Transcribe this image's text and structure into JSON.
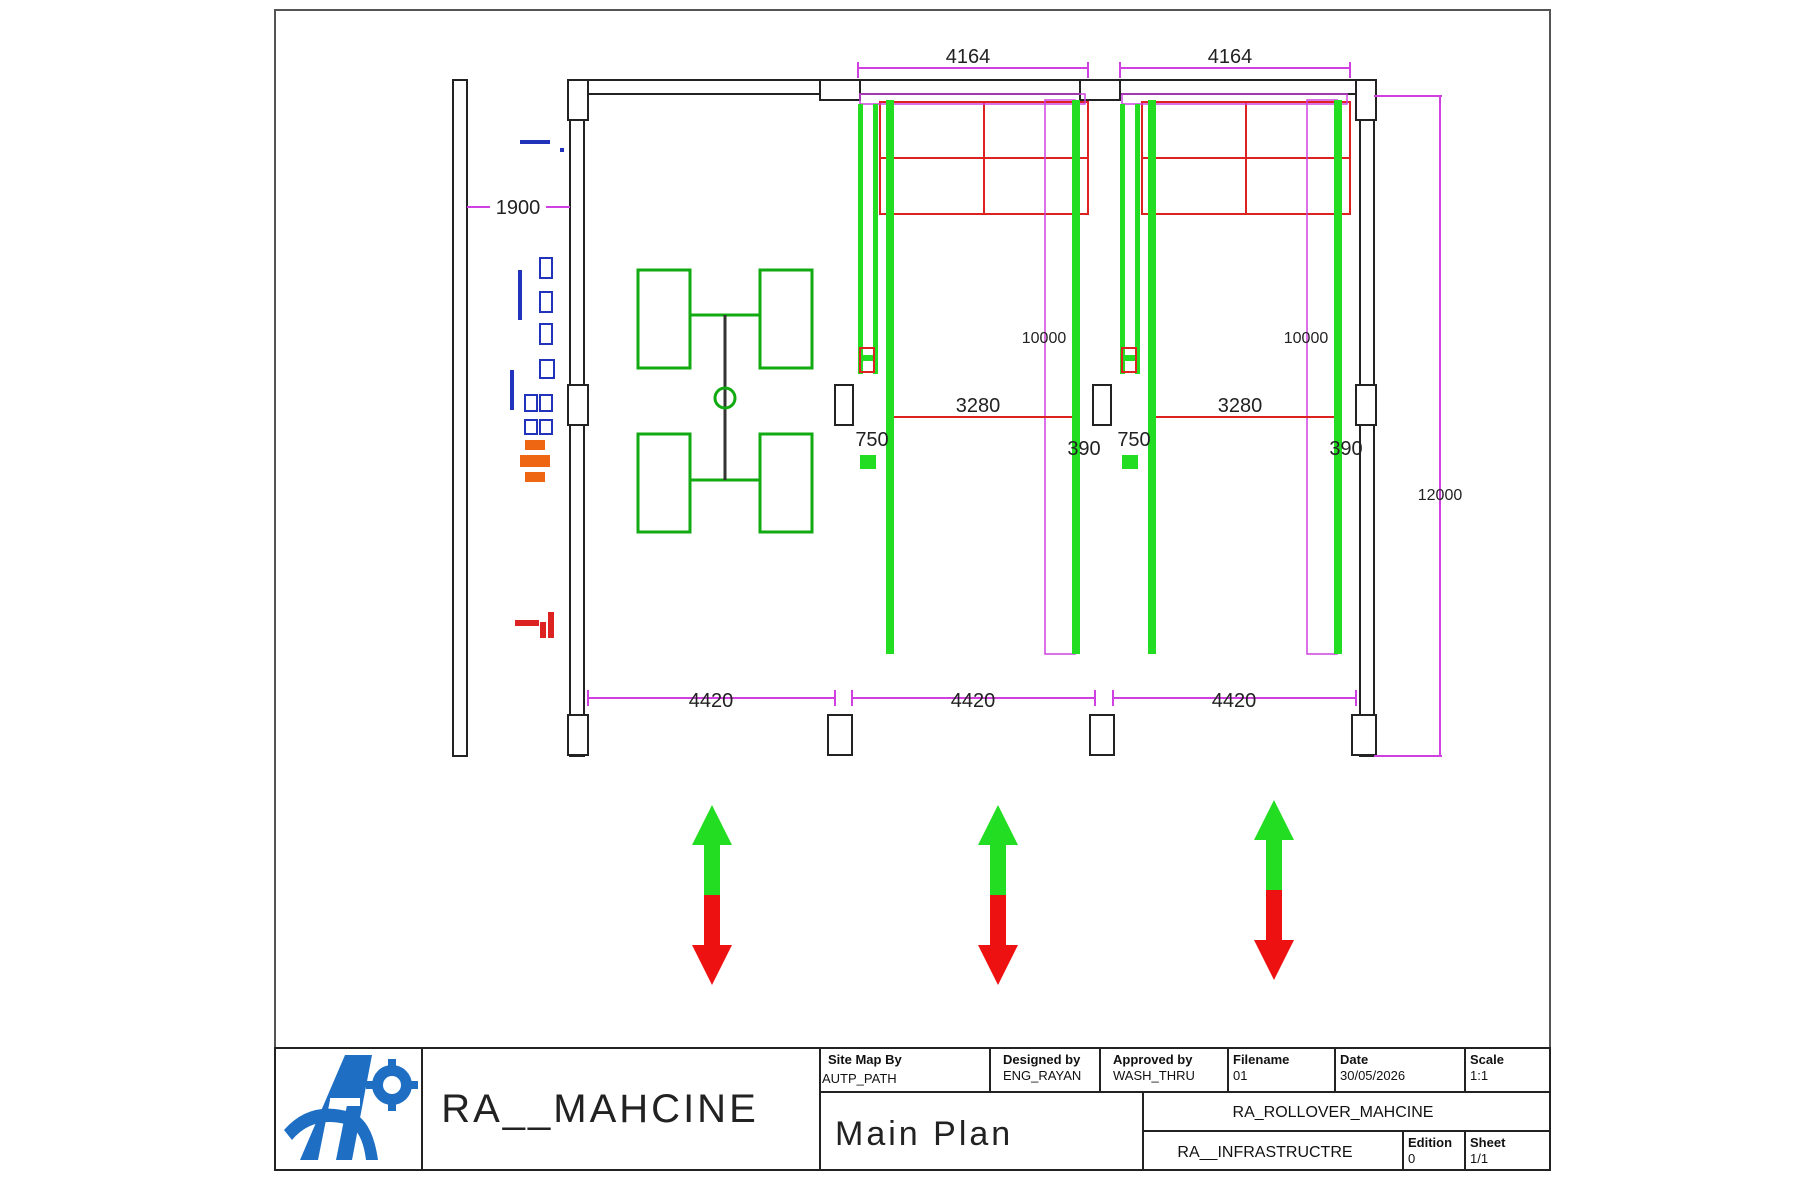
{
  "dimensions": {
    "top_bay_1": "4164",
    "top_bay_2": "4164",
    "left_gap": "1900",
    "vertical_1": "10000",
    "vertical_2": "10000",
    "overall_height": "12000",
    "inner_width_1": "3280",
    "inner_width_2": "3280",
    "offset_left_1": "750",
    "offset_left_2": "750",
    "offset_right_1": "390",
    "offset_right_2": "390",
    "bottom_bay_1": "4420",
    "bottom_bay_2": "4420",
    "bottom_bay_3": "4420"
  },
  "title_block": {
    "project": "RA__MAHCINE",
    "drawing_title": "Main Plan",
    "site_map_by_label": "Site Map By",
    "site_map_by_value": "AUTP_PATH",
    "designed_by_label": "Designed by",
    "designed_by_value": "ENG_RAYAN",
    "approved_by_label": "Approved by",
    "approved_by_value": "WASH_THRU",
    "filename_label": "Filename",
    "filename_value": "01",
    "date_label": "Date",
    "date_value": "30/05/2026",
    "scale_label": "Scale",
    "scale_value": "1:1",
    "machine_name": "RA_ROLLOVER_MAHCINE",
    "infrastructure": "RA__INFRASTRUCTRE",
    "edition_label": "Edition",
    "edition_value": "0",
    "sheet_label": "Sheet",
    "sheet_value": "1/1"
  },
  "colors": {
    "dimension": "#d040e0",
    "wash_frame": "#dd2222",
    "rail": "#22dd22",
    "vehicle": "#11aa11",
    "logo_blue": "#1e6fc4",
    "arrow_green": "#22dd22",
    "arrow_red": "#ee1111"
  }
}
